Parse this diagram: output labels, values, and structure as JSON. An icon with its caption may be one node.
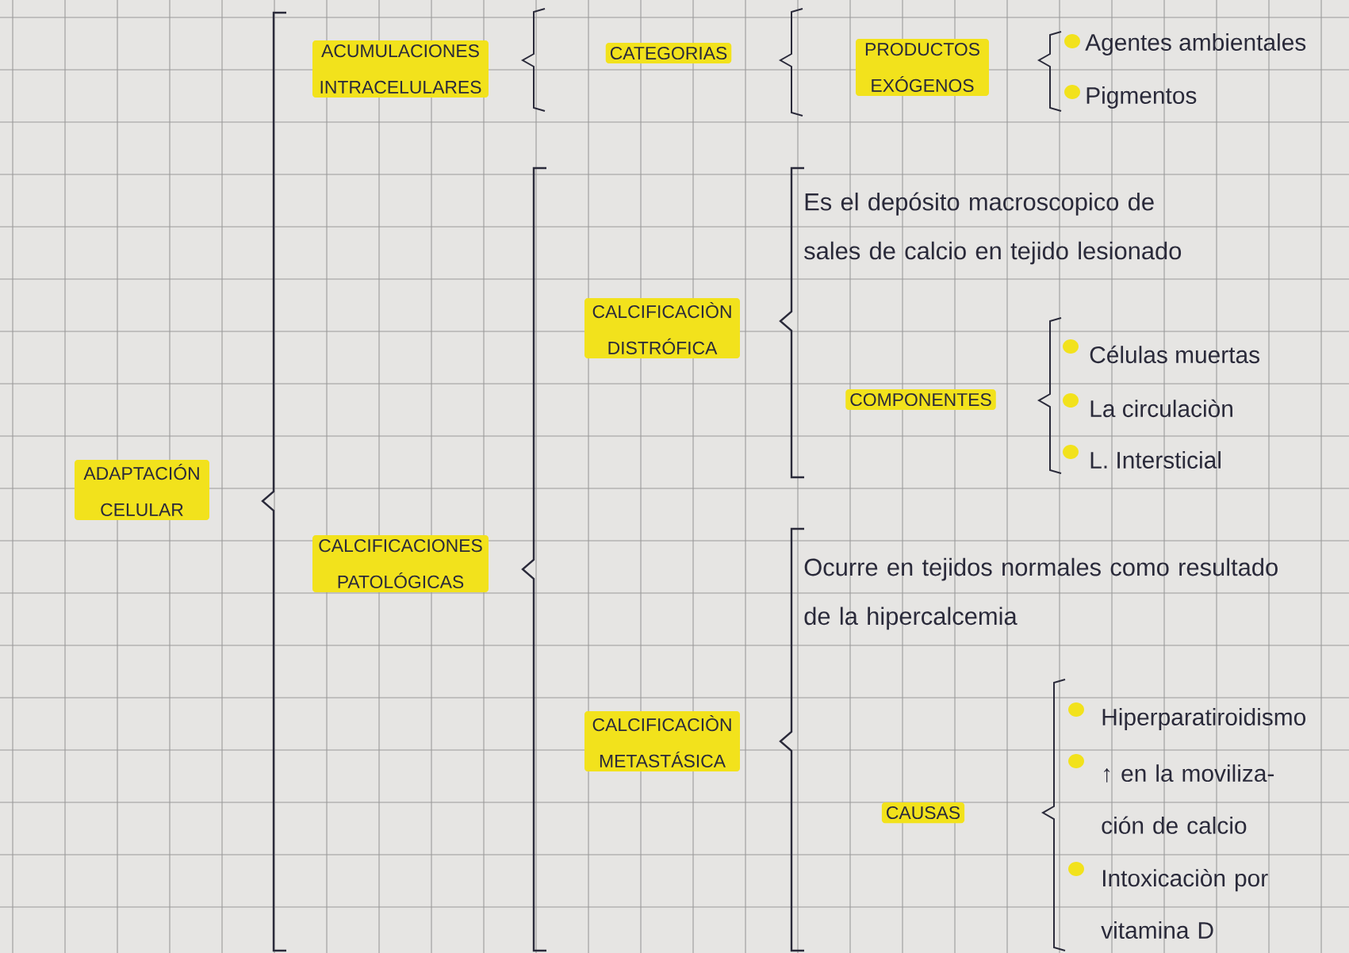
{
  "diagram": {
    "nodes": [
      {
        "text": [
          "ADAPTACIÓN CELULAR"
        ]
      },
      {
        "text": [
          "ACUMULACIONES INTRACELULARES"
        ]
      },
      {
        "text": [
          "CATEGORIAS"
        ]
      },
      {
        "text": [
          "PRODUCTOS EXÓGENOS"
        ]
      },
      {
        "text": [
          "Agentes ambientales"
        ]
      },
      {
        "text": [
          "Pigmentos"
        ]
      },
      {
        "text": [
          "CALCIFICACIONES PATOLÓGICAS"
        ]
      },
      {
        "text": [
          "CALCIFICACIÒN DISTRÓFICA"
        ]
      },
      {
        "text": [
          "Es el depósito macroscopico de sales de calcio en tejido lesionado"
        ]
      },
      {
        "text": [
          "COMPONENTES"
        ]
      },
      {
        "text": [
          "Células muertas"
        ]
      },
      {
        "text": [
          "La circulaciòn"
        ]
      },
      {
        "text": [
          "L. Intersticial"
        ]
      },
      {
        "text": [
          "CALCIFICACIÒN METASTÁSICA"
        ]
      },
      {
        "text": [
          "Ocurre en tejidos normales como resultado de la hipercalcemia"
        ]
      },
      {
        "text": [
          "CAUSAS"
        ]
      },
      {
        "text": [
          "Hiperparatiroidismo"
        ]
      },
      {
        "text": [
          "↑ en la moviliza- ción de calcio"
        ]
      },
      {
        "text": [
          "Intoxicaciòn por vitamina D"
        ]
      }
    ]
  }
}
